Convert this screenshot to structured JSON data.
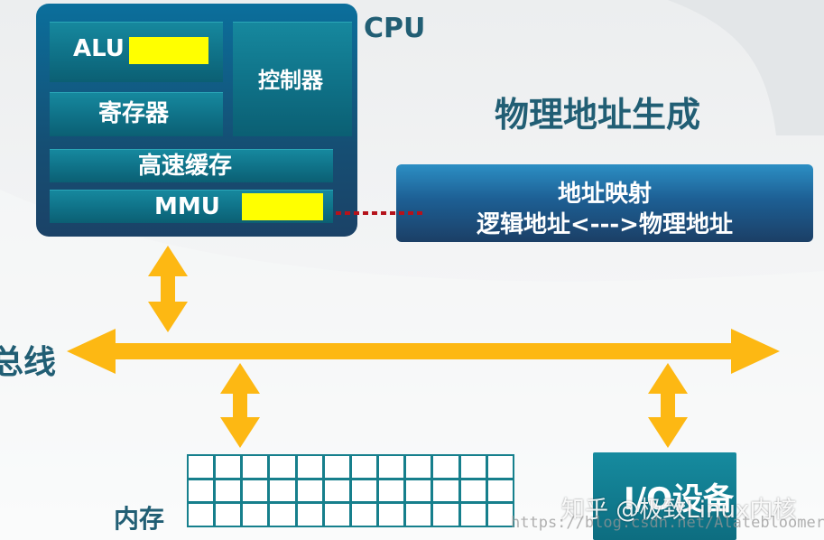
{
  "cpu": {
    "label": "CPU",
    "alu": "ALU",
    "controller": "控制器",
    "register": "寄存器",
    "cache": "高速缓存",
    "mmu": "MMU"
  },
  "title": "物理地址生成",
  "mapping": {
    "line1": "地址映射",
    "line2": "逻辑地址<--->物理地址"
  },
  "bus": "总线",
  "memory": "内存",
  "io": "I/O设备",
  "watermarks": {
    "zhihu": "知乎 @极致Linux内核",
    "csdn": "https://blog.csdn.net/Alatebloomer"
  },
  "colors": {
    "arrow": "#fdb813",
    "title_text": "#215e74",
    "highlight": "#ffff00",
    "dotted_link": "#b5121b"
  }
}
